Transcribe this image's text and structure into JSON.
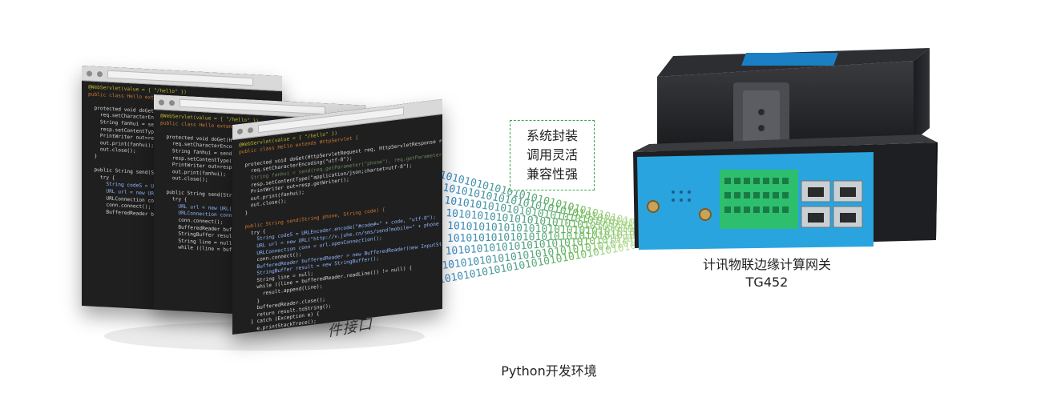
{
  "labels": {
    "interface_label": "件接口",
    "features": [
      "系统封装",
      "调用灵活",
      "兼容性强"
    ],
    "device_name": "计讯物联边缘计算网关",
    "device_model": "TG452",
    "python_env": "Python开发环境"
  },
  "binary_text": "1010101010101010101010101010101010101010",
  "code": {
    "line1": "@WebServlet(value = { \"/hello\" })",
    "line2": "public class Hello extends HttpServlet {",
    "line3": "  protected void doGet(HttpServletRequest req, HttpServletResponse resp) throws ServletException {",
    "line4": "    req.setCharacterEncoding(\"utf-8\");",
    "line5": "    String fanhui = send(req.getParameter(\"phone\"), req.getParameter(\"code\"));",
    "line6": "    resp.setContentType(\"application/json;charset=utf-8\");",
    "line7": "    PrintWriter out=resp.getWriter();",
    "line8": "    out.print(fanhui);",
    "line9": "    out.close();",
    "line10": "  }",
    "line11": "  public String send(String phone, String code) {",
    "line12": "    try {",
    "line13": "      String codeS = URLEncoder.encode(\"#code#=\" + code, \"utf-8\");",
    "line14": "      URL url = new URL(\"http://v.juhe.cn/sms/send?mobile=\" + phone + \"&tpl_id=\");",
    "line15": "      URLConnection conn = url.openConnection();",
    "line16": "      conn.connect();",
    "line17": "      BufferedReader bufferedReader = new BufferedReader(new InputStreamReader());",
    "line18": "      StringBuffer result = new StringBuffer();",
    "line19": "      String line = null;",
    "line20": "      while ((line = bufferedReader.readLine()) != null) {",
    "line21": "        result.append(line);",
    "line22": "      }",
    "line23": "      bufferedReader.close();",
    "line24": "      return result.toString();",
    "line25": "    } catch (Exception e) {",
    "line26": "      e.printStackTrace();"
  },
  "colors": {
    "device_body": "#1e1f22",
    "device_panel": "#2aa4df",
    "terminal_green": "#2dbf6e",
    "stream_blue": "#2c7fc6",
    "stream_green": "#8dc63f",
    "box_border": "#3aa655"
  }
}
